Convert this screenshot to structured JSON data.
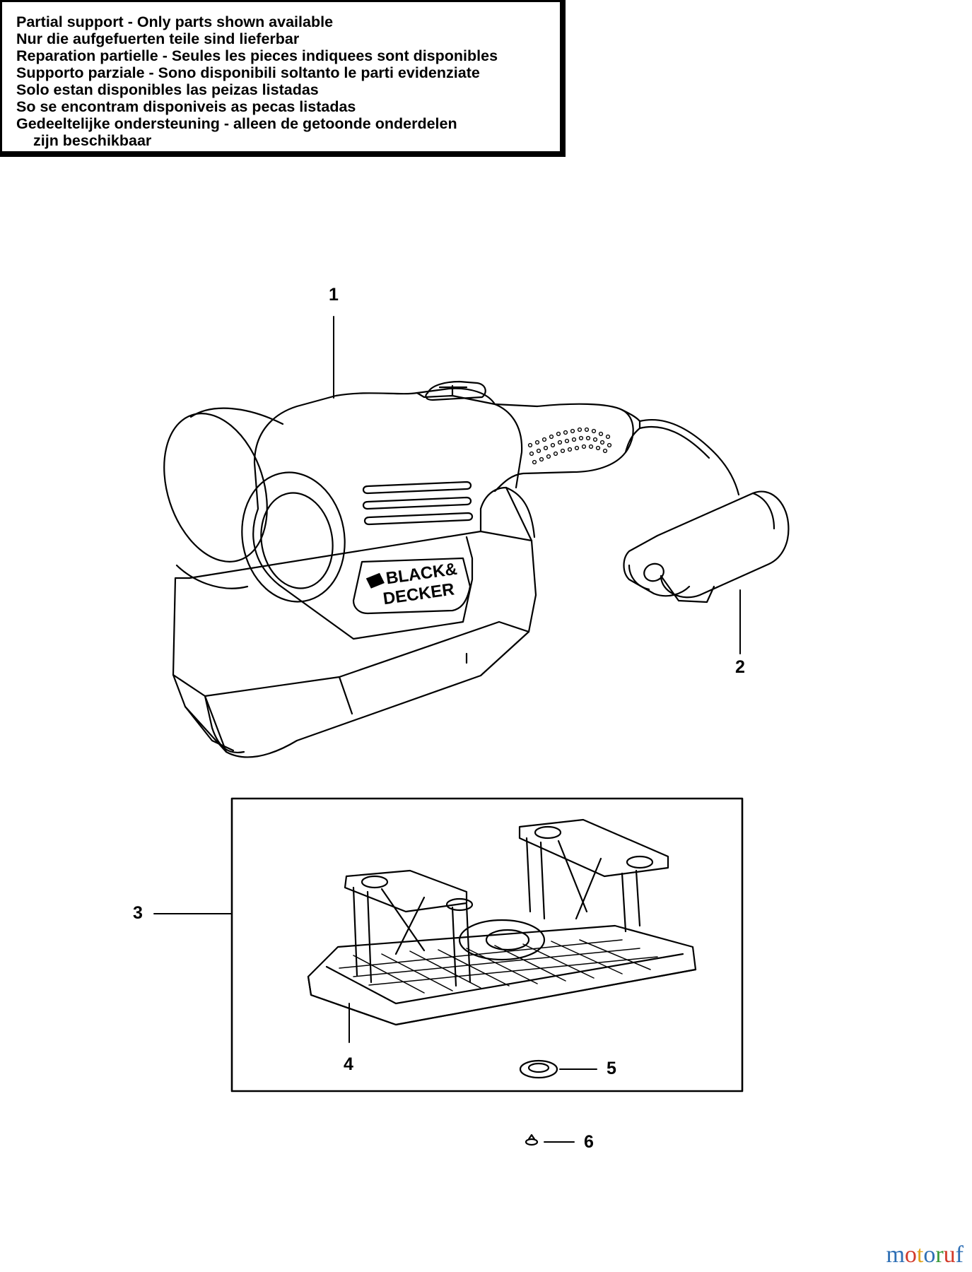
{
  "notice": {
    "lines": [
      "Partial support - Only parts shown available",
      "Nur die aufgefuerten teile sind lieferbar",
      "Reparation partielle - Seules les pieces indiquees sont disponibles",
      "Supporto parziale - Sono disponibili soltanto le parti evidenziate",
      "Solo estan disponibles las peizas listadas",
      "So se encontram disponiveis as pecas listadas",
      "Gedeeltelijke ondersteuning - alleen de getoonde onderdelen",
      "zijn beschikbaar"
    ]
  },
  "brand": {
    "logo_text_line1": "BLACK&",
    "logo_text_line2": "DECKER"
  },
  "callouts": {
    "c1": "1",
    "c2": "2",
    "c3": "3",
    "c4": "4",
    "c5": "5",
    "c6": "6"
  },
  "watermark": {
    "text": "motoruf",
    "colors": [
      "#2e6fb5",
      "#d23a2a",
      "#e0a21a",
      "#2e6fb5",
      "#3a9a3a",
      "#d23a2a",
      "#2e6fb5"
    ]
  }
}
